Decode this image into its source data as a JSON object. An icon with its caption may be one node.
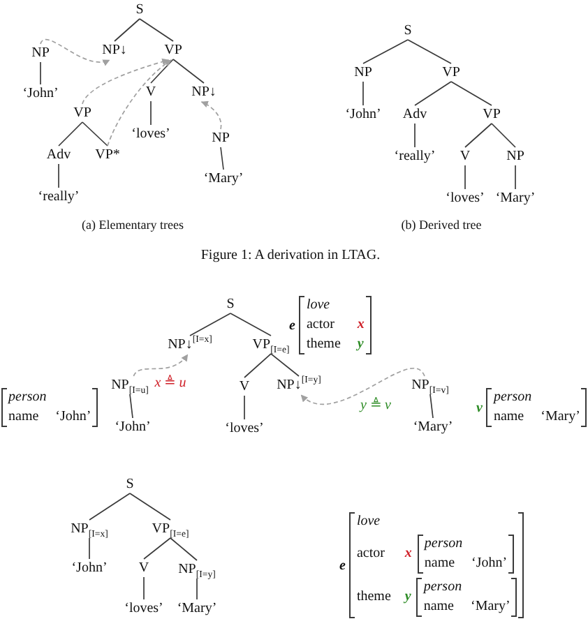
{
  "diagram": {
    "caption": "Figure 1: A derivation in LTAG.",
    "nodes": [
      {
        "text": [
          "S"
        ]
      },
      {
        "text": [
          "NP↓"
        ]
      },
      {
        "text": [
          "VP"
        ]
      },
      {
        "text": [
          "NP"
        ]
      },
      {
        "text": [
          "‘John’"
        ]
      },
      {
        "text": [
          "V"
        ]
      },
      {
        "text": [
          "NP↓"
        ]
      },
      {
        "text": [
          "‘loves’"
        ]
      },
      {
        "text": [
          "VP"
        ]
      },
      {
        "text": [
          "Adv"
        ]
      },
      {
        "text": [
          "VP*"
        ]
      },
      {
        "text": [
          "‘really’"
        ]
      },
      {
        "text": [
          "NP"
        ]
      },
      {
        "text": [
          "‘Mary’"
        ]
      },
      {
        "text": [
          "S"
        ]
      },
      {
        "text": [
          "NP"
        ]
      },
      {
        "text": [
          "VP"
        ]
      },
      {
        "text": [
          "‘John’"
        ]
      },
      {
        "text": [
          "Adv"
        ]
      },
      {
        "text": [
          "VP"
        ]
      },
      {
        "text": [
          "‘really’"
        ]
      },
      {
        "text": [
          "V"
        ]
      },
      {
        "text": [
          "NP"
        ]
      },
      {
        "text": [
          "‘loves’"
        ]
      },
      {
        "text": [
          "‘Mary’"
        ]
      },
      {
        "text": [
          "S"
        ]
      },
      {
        "text": [
          "NP↓$^{[I=x]}$"
        ]
      },
      {
        "text": [
          "VP$_{[I=e]}$"
        ]
      },
      {
        "text": [
          "love",
          "actor",
          "x",
          "theme",
          "y"
        ],
        "beside": [
          "e"
        ]
      },
      {
        "text": [
          "NP$_{[I=u]}$"
        ]
      },
      {
        "text": [
          "V"
        ]
      },
      {
        "text": [
          "NP↓$^{[I=y]}$"
        ]
      },
      {
        "text": [
          "NP$_{[I=v]}$"
        ]
      },
      {
        "text": [
          "person",
          "name",
          "‘John’"
        ]
      },
      {
        "text": [
          "person",
          "name",
          "‘Mary’"
        ],
        "beside": [
          "v"
        ]
      },
      {
        "text": [
          "‘John’"
        ]
      },
      {
        "text": [
          "‘loves’"
        ]
      },
      {
        "text": [
          "‘Mary’"
        ]
      },
      {
        "text": [
          "S"
        ]
      },
      {
        "text": [
          "NP$_{[I=x]}$"
        ]
      },
      {
        "text": [
          "VP$_{[I=e]}$"
        ]
      },
      {
        "text": [
          "‘John’"
        ]
      },
      {
        "text": [
          "V"
        ]
      },
      {
        "text": [
          "NP$_{[I=y]}$"
        ]
      },
      {
        "text": [
          "‘loves’"
        ]
      },
      {
        "text": [
          "‘Mary’"
        ]
      },
      {
        "text": [
          "love",
          "actor",
          "theme"
        ],
        "beside": [
          "e"
        ]
      },
      {
        "text": [
          "person",
          "name",
          "‘John’"
        ],
        "in": 46,
        "beside": [
          "x"
        ]
      },
      {
        "text": [
          "person",
          "name",
          "‘Mary’"
        ],
        "in": 46,
        "beside": [
          "y"
        ]
      }
    ],
    "edges": [
      {
        "from": 0,
        "to": 1,
        "arrow": "none"
      },
      {
        "from": 0,
        "to": 2,
        "arrow": "none"
      },
      {
        "from": 3,
        "to": 4,
        "arrow": "none"
      },
      {
        "from": 2,
        "to": 5,
        "arrow": "none"
      },
      {
        "from": 2,
        "to": 6,
        "arrow": "none"
      },
      {
        "from": 5,
        "to": 7,
        "arrow": "none"
      },
      {
        "from": 8,
        "to": 9,
        "arrow": "none"
      },
      {
        "from": 8,
        "to": 10,
        "arrow": "none"
      },
      {
        "from": 9,
        "to": 11,
        "arrow": "none"
      },
      {
        "from": 12,
        "to": 13,
        "arrow": "none"
      },
      {
        "from": 3,
        "to": 1,
        "arrow": "to",
        "style": "dashed",
        "color": "#a0a0a0"
      },
      {
        "from": 8,
        "to": 2,
        "arrow": "to",
        "style": "dashed",
        "color": "#a0a0a0"
      },
      {
        "from": 10,
        "to": 2,
        "arrow": "to",
        "style": "dashed",
        "color": "#a0a0a0"
      },
      {
        "from": 12,
        "to": 6,
        "arrow": "to",
        "style": "dashed",
        "color": "#a0a0a0"
      },
      {
        "from": 14,
        "to": 15,
        "arrow": "none"
      },
      {
        "from": 14,
        "to": 16,
        "arrow": "none"
      },
      {
        "from": 15,
        "to": 17,
        "arrow": "none"
      },
      {
        "from": 16,
        "to": 18,
        "arrow": "none"
      },
      {
        "from": 16,
        "to": 19,
        "arrow": "none"
      },
      {
        "from": 18,
        "to": 20,
        "arrow": "none"
      },
      {
        "from": 19,
        "to": 21,
        "arrow": "none"
      },
      {
        "from": 19,
        "to": 22,
        "arrow": "none"
      },
      {
        "from": 21,
        "to": 23,
        "arrow": "none"
      },
      {
        "from": 22,
        "to": 24,
        "arrow": "none"
      },
      {
        "from": 25,
        "to": 26,
        "arrow": "none"
      },
      {
        "from": 25,
        "to": 27,
        "arrow": "none"
      },
      {
        "from": 29,
        "to": 35,
        "arrow": "none"
      },
      {
        "from": 27,
        "to": 30,
        "arrow": "none"
      },
      {
        "from": 27,
        "to": 31,
        "arrow": "none"
      },
      {
        "from": 30,
        "to": 36,
        "arrow": "none"
      },
      {
        "from": 32,
        "to": 37,
        "arrow": "none"
      },
      {
        "from": 29,
        "to": 26,
        "arrow": "to",
        "style": "dashed",
        "color": "#a0a0a0",
        "label": "*x* ≜ *u*"
      },
      {
        "from": 32,
        "to": 31,
        "arrow": "to",
        "style": "dashed",
        "color": "#a0a0a0",
        "label": "*y* ≜ *v*"
      },
      {
        "from": 38,
        "to": 39,
        "arrow": "none"
      },
      {
        "from": 38,
        "to": 40,
        "arrow": "none"
      },
      {
        "from": 39,
        "to": 41,
        "arrow": "none"
      },
      {
        "from": 40,
        "to": 42,
        "arrow": "none"
      },
      {
        "from": 40,
        "to": 43,
        "arrow": "none"
      },
      {
        "from": 42,
        "to": 44,
        "arrow": "none"
      },
      {
        "from": 43,
        "to": 45,
        "arrow": "none"
      }
    ],
    "labels": [
      "(a) Elementary trees",
      "(b) Derived tree"
    ]
  }
}
